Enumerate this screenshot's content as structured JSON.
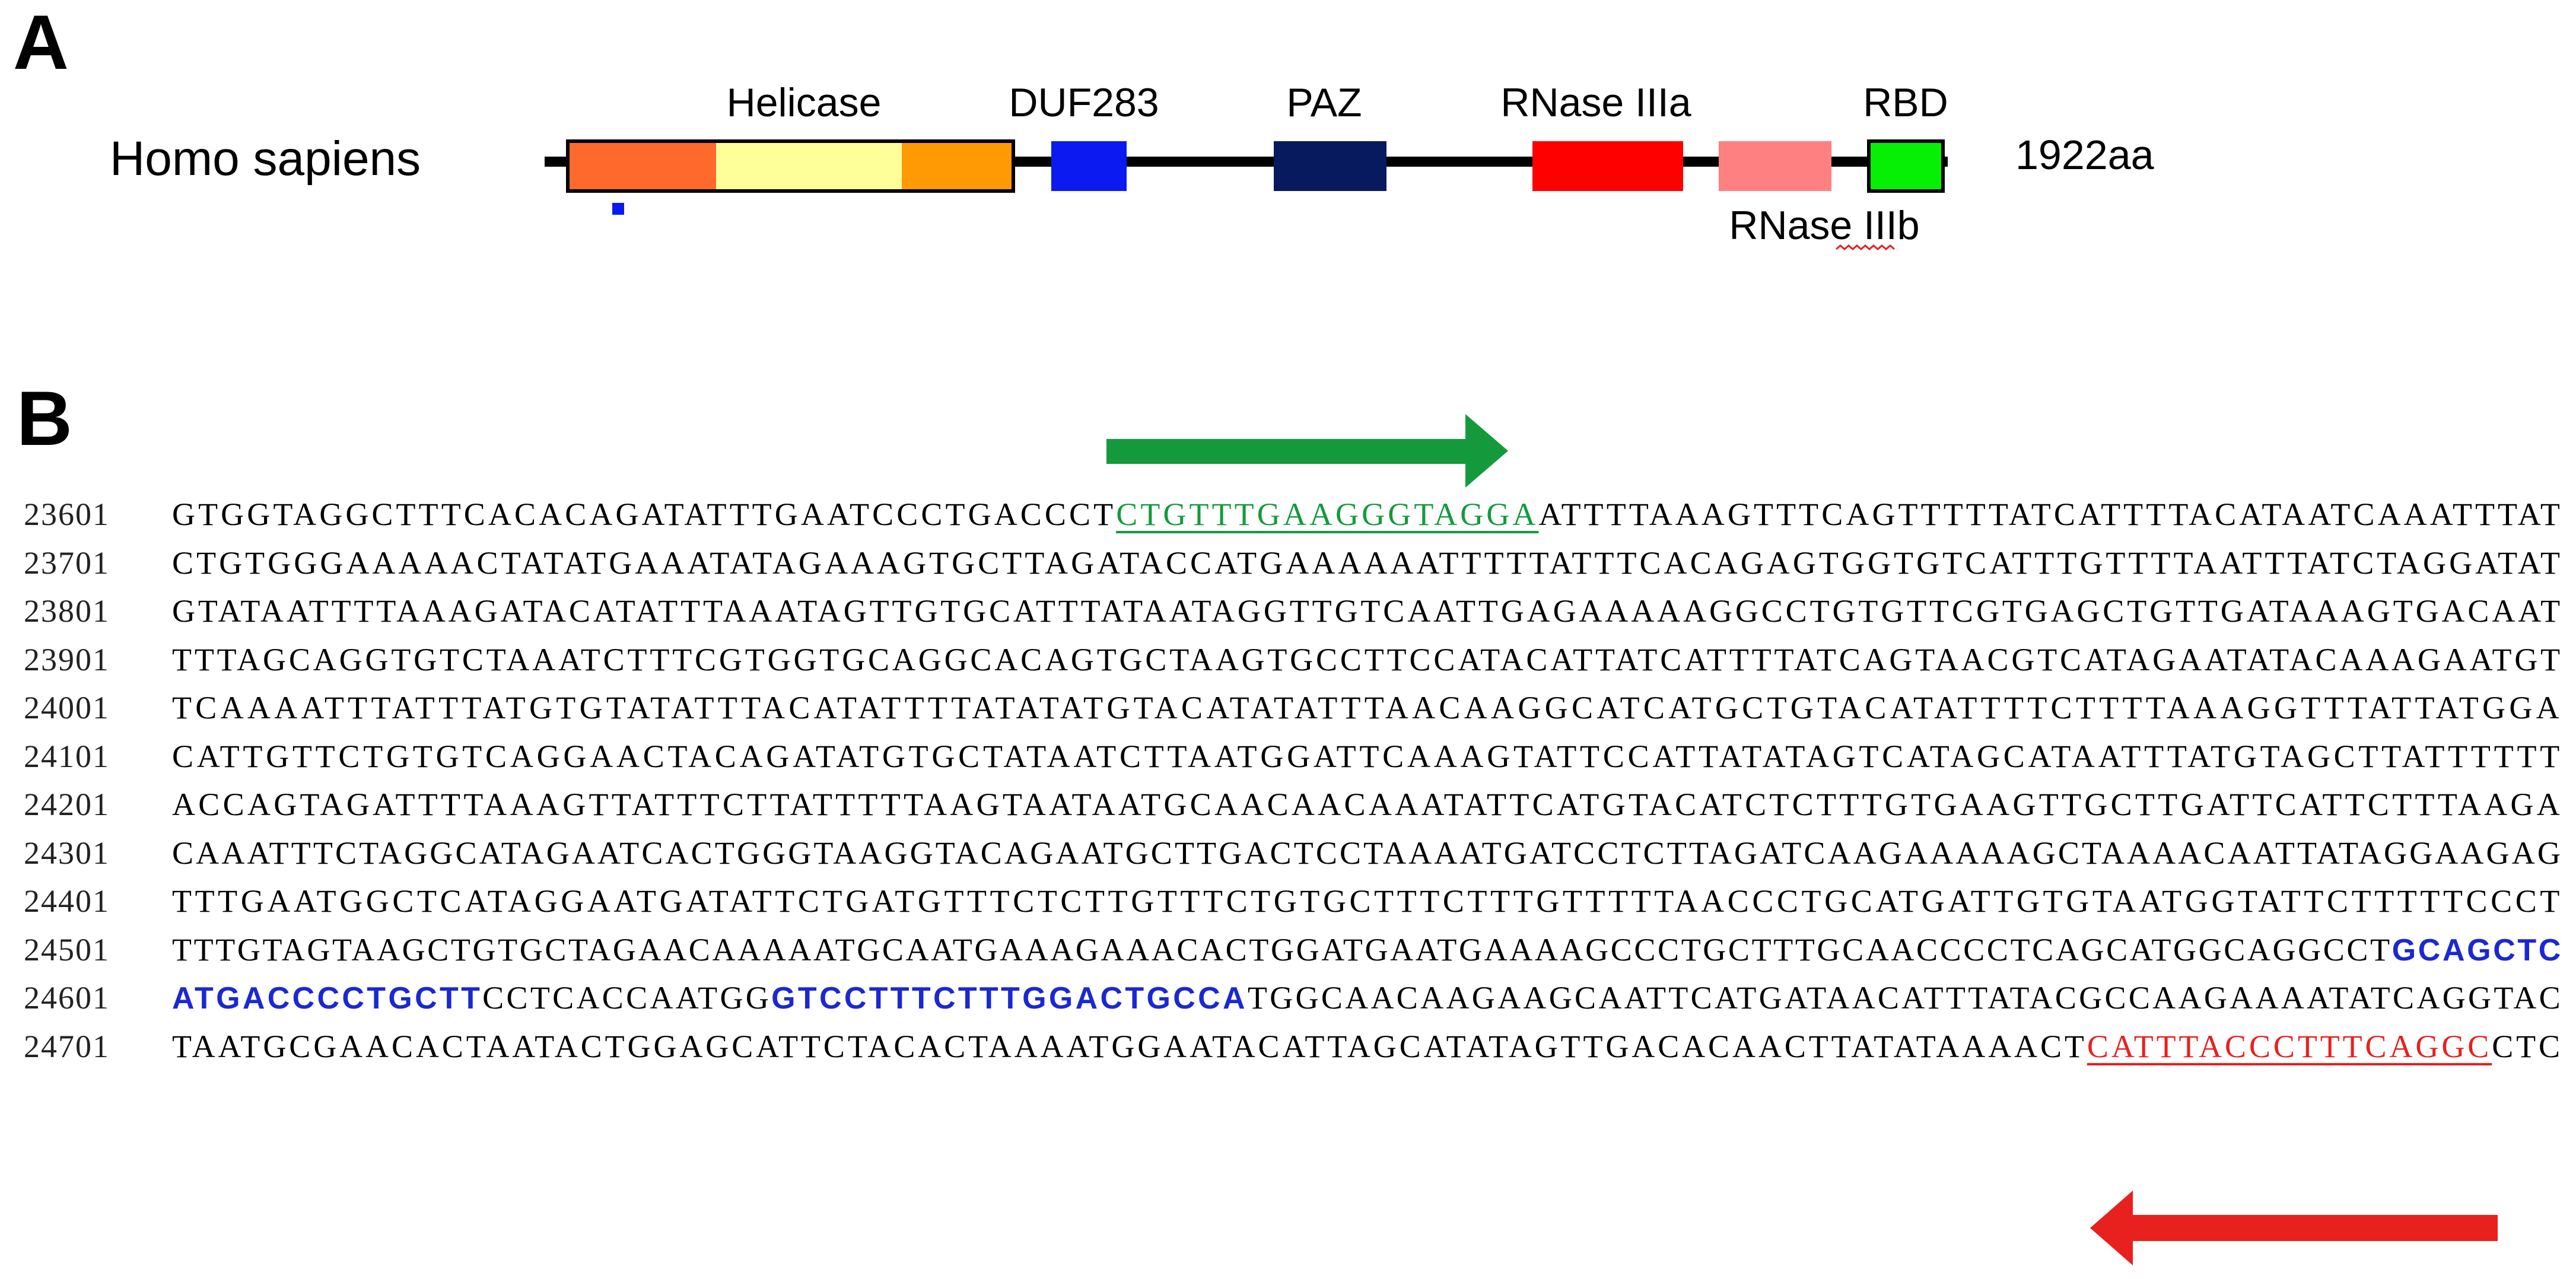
{
  "panel_a": {
    "letter": "A",
    "species": "Homo sapiens",
    "length": "1922aa",
    "domains": {
      "helicase": "Helicase",
      "duf283": "DUF283",
      "paz": "PAZ",
      "rnase_iiia": "RNase IIIa",
      "rnase_iiib": "RNase IIIb",
      "rbd": "RBD"
    },
    "colors": {
      "helicase_n": "#ff6a2c",
      "helicase_mid": "#ffff99",
      "helicase_c": "#ff9a05",
      "duf283": "#0a1af0",
      "paz": "#071a5e",
      "rnase_iiia": "#ff0000",
      "rnase_iiib": "#ff8080",
      "rbd": "#05f005",
      "marker": "#0a1af0"
    }
  },
  "panel_b": {
    "letter": "B",
    "colors": {
      "forward_primer": "#149a3c",
      "reverse_primer": "#e8201e",
      "probe": "#1a28d4"
    },
    "rows": [
      {
        "num": "23601",
        "parts": [
          {
            "text": "GTGGTAGGCTTTCACACAGATATTTGAATCCCTGACCCT",
            "type": "plain"
          },
          {
            "text": "CTGTTTGAAGGGTAGGA",
            "type": "forward"
          },
          {
            "text": "ATTTTAAAGTTTCAGTTTTTATCATTTTACATAATCAAATTTAT",
            "type": "plain"
          }
        ]
      },
      {
        "num": "23701",
        "parts": [
          {
            "text": "CTGTGGGAAAAACTATATGAAATATAGAAAGTGCTTAGATACCATGAAAAAATTTTTATTTCACAGAGTGGTGTCATTTGTTTTAATTTATCTAGGATAT",
            "type": "plain"
          }
        ]
      },
      {
        "num": "23801",
        "parts": [
          {
            "text": "GTATAATTTTAAAGATACATATTTAAATAGTTGTGCATTTATAATAGGTTGTCAATTGAGAAAAAGGCCTGTGTTCGTGAGCTGTTGATAAAGTGACAAT",
            "type": "plain"
          }
        ]
      },
      {
        "num": "23901",
        "parts": [
          {
            "text": "TTTAGCAGGTGTCTAAATCTTTCGTGGTGCAGGCACAGTGCTAAGTGCCTTCCATACATTATCATTTTATCAGTAACGTCATAGAATATACAAAGAATGT",
            "type": "plain"
          }
        ]
      },
      {
        "num": "24001",
        "parts": [
          {
            "text": "TCAAAATTTATTTATGTGTATATTTACATATTTTATATATGTACATATATTTAACAAGGCATCATGCTGTACATATTTTCTTTTAAAGGTTTATTATGGA",
            "type": "plain"
          }
        ]
      },
      {
        "num": "24101",
        "parts": [
          {
            "text": "CATTGTTCTGTGTCAGGAACTACAGATATGTGCTATAATCTTAATGGATTCAAAGTATTCCATTATATAGTCATAGCATAATTTATGTAGCTTATTTTTT",
            "type": "plain"
          }
        ]
      },
      {
        "num": "24201",
        "parts": [
          {
            "text": "ACCAGTAGATTTTAAAGTTATTTCTTATTTTTAAGTAATAATGCAACAACAAATATTCATGTACATCTCTTTGTGAAGTTGCTTGATTCATTCTTTAAGA",
            "type": "plain"
          }
        ]
      },
      {
        "num": "24301",
        "parts": [
          {
            "text": "CAAATTTCTAGGCATAGAATCACTGGGTAAGGTACAGAATGCTTGACTCCTAAAATGATCCTCTTAGATCAAGAAAAAGCTAAAACAATTATAGGAAGAG",
            "type": "plain"
          }
        ]
      },
      {
        "num": "24401",
        "parts": [
          {
            "text": "TTTGAATGGCTCATAGGAATGATATTCTGATGTTTCTCTTGTTTCTGTGCTTTCTTTGTTTTTAACCCTGCATGATTGTGTAATGGTATTCTTTTTCCCT",
            "type": "plain"
          }
        ]
      },
      {
        "num": "24501",
        "parts": [
          {
            "text": "TTTGTAGTAAGCTGTGCTAGAACAAAAATGCAATGAAAGAAACACTGGATGAATGAAAAGCCCTGCTTTGCAACCCCTCAGCATGGCAGGCCT",
            "type": "plain"
          },
          {
            "text": "GCAGCTC",
            "type": "probe"
          }
        ]
      },
      {
        "num": "24601",
        "parts": [
          {
            "text": "ATGACCCCTGCTT",
            "type": "probe"
          },
          {
            "text": "CCTCACCAATGG",
            "type": "plain"
          },
          {
            "text": "GTCCTTTCTTTGGACTGCCA",
            "type": "probe"
          },
          {
            "text": "TGGCAACAAGAAGCAATTCATGATAACATTTATACGCCAAGAAAATATCAGGTAC",
            "type": "plain"
          }
        ]
      },
      {
        "num": "24701",
        "parts": [
          {
            "text": "TAATGCGAACACTAATACTGGAGCATTCTACACTAAAATGGAATACATTAGCATATAGTTGACACAACTTATATAAAACT",
            "type": "plain"
          },
          {
            "text": "CATTTACCCTTTCAGGC",
            "type": "reverse"
          },
          {
            "text": "CTC",
            "type": "plain"
          }
        ]
      }
    ]
  }
}
